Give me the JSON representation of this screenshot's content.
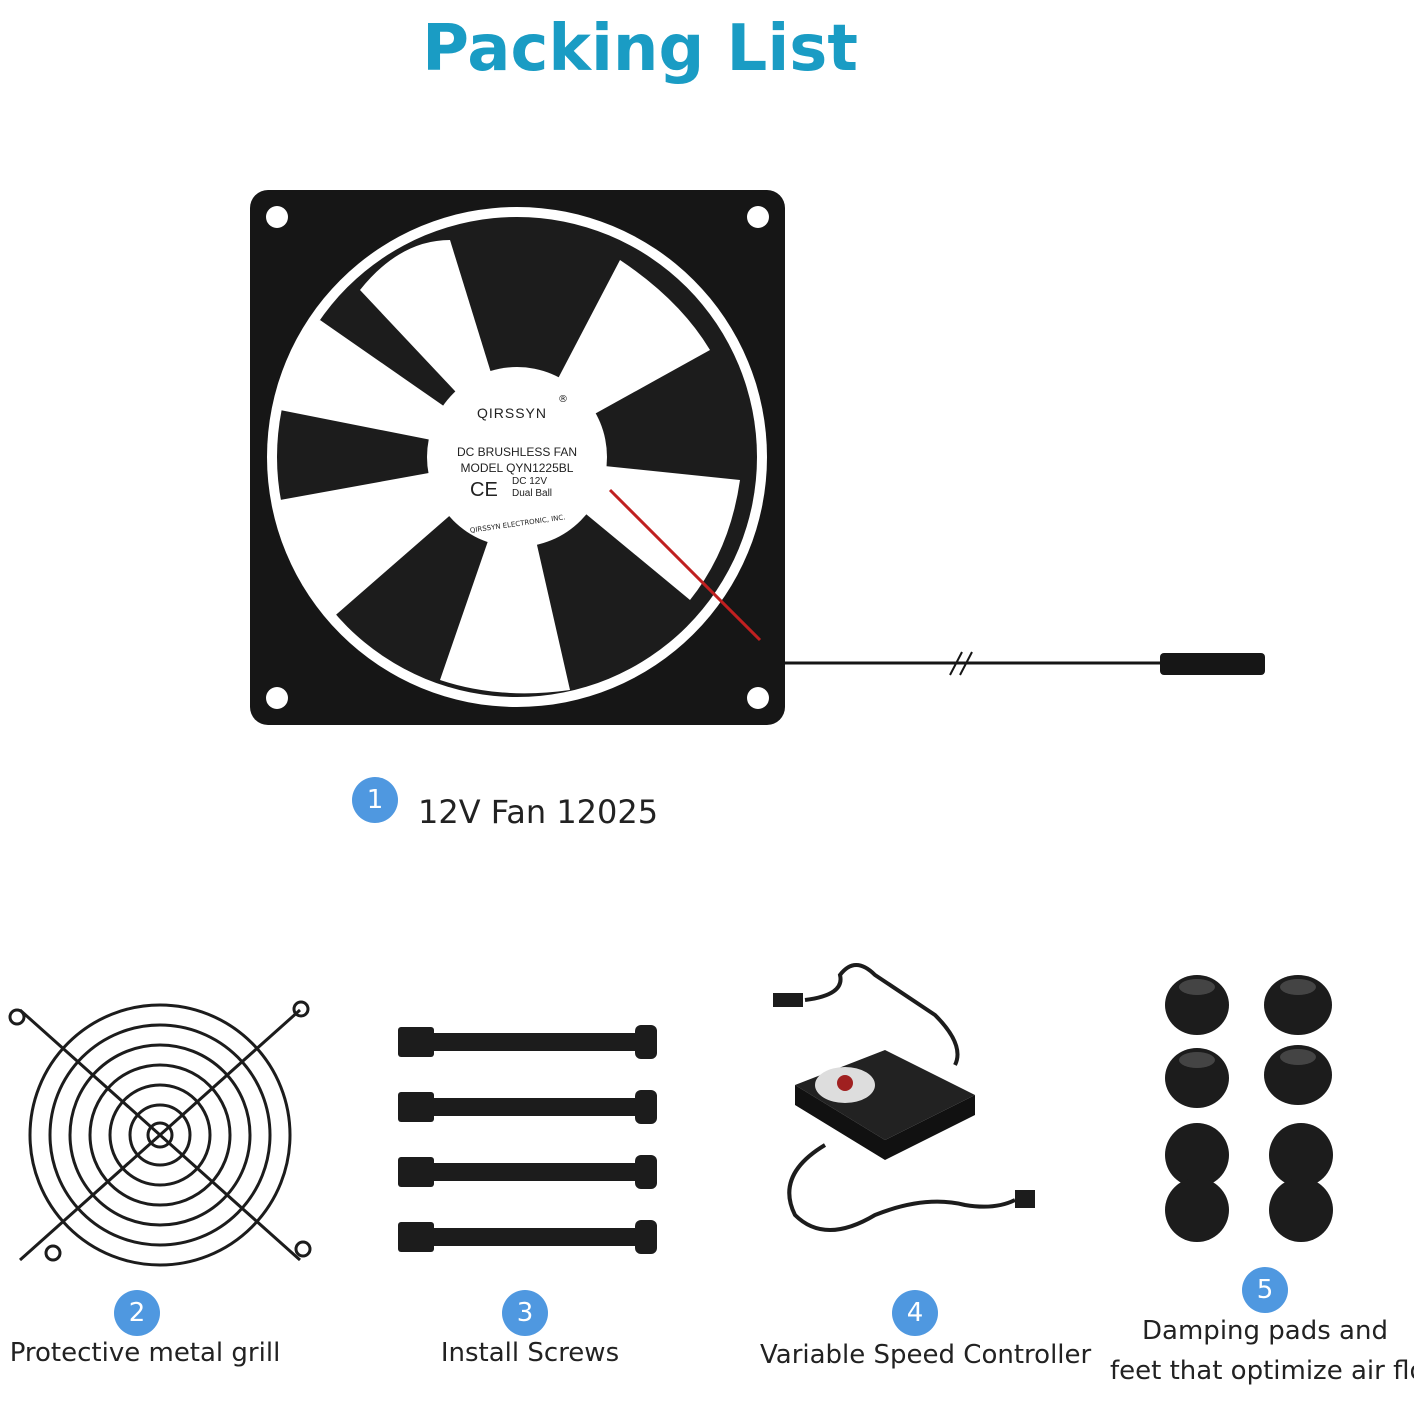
{
  "title": "Packing List",
  "colors": {
    "title": "#1a9cc4",
    "badge": "#4f98e0",
    "product": "#161616"
  },
  "fan_label": {
    "brand": "QIRSSYN",
    "registered": "®",
    "line1": "DC  BRUSHLESS FAN",
    "line2": "MODEL QYN1225BL",
    "ce": "CE",
    "spec1": "DC 12V",
    "spec2": "Dual Ball",
    "maker": "QIRSSYN ELECTRONIC, INC."
  },
  "items": [
    {
      "number": "1",
      "label": "12V Fan 12025",
      "icon": "fan-icon"
    },
    {
      "number": "2",
      "label": "Protective metal grill",
      "icon": "grill-icon"
    },
    {
      "number": "3",
      "label": "Install Screws",
      "icon": "screws-icon"
    },
    {
      "number": "4",
      "label": "Variable Speed Controller",
      "icon": "controller-icon"
    },
    {
      "number": "5",
      "label": "Damping pads and",
      "label2": "feet that optimize air flow",
      "icon": "pads-icon"
    }
  ]
}
